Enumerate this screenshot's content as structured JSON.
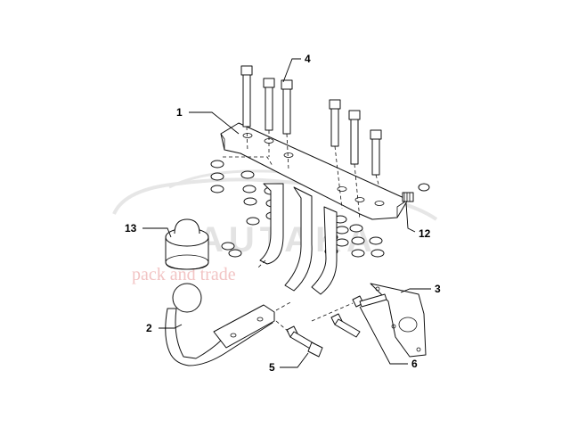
{
  "diagram": {
    "callouts": [
      {
        "id": "1",
        "text": "1"
      },
      {
        "id": "2",
        "text": "2"
      },
      {
        "id": "3",
        "text": "3"
      },
      {
        "id": "4",
        "text": "4"
      },
      {
        "id": "5",
        "text": "5"
      },
      {
        "id": "6",
        "text": "6"
      },
      {
        "id": "12",
        "text": "12"
      },
      {
        "id": "13",
        "text": "13"
      }
    ]
  },
  "watermark": {
    "brand": "AUTAKA",
    "tagline": "pack and trade"
  },
  "colors": {
    "line": "#111111",
    "watermark_gray": "#e3e3e3",
    "watermark_red": "#f2c4c4"
  }
}
